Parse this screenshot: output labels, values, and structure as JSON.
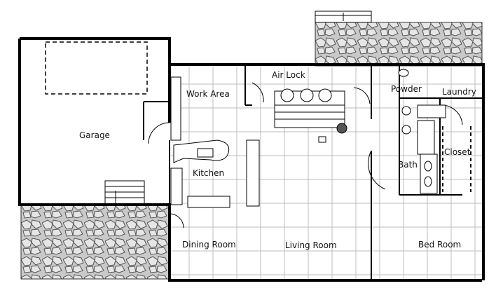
{
  "rooms": {
    "garage": "Garage",
    "work_area": "Work Area",
    "air_lock": "Air Lock",
    "powder": "Powder",
    "laundry": "Laundry",
    "kitchen": "Kitchen",
    "bath": "Bath",
    "closet": "Closet",
    "dining_room": "Dining Room",
    "living_room": "Living Room",
    "bed_room": "Bed Room"
  },
  "colors": {
    "wall": "#000000",
    "grid": "#bcbcbc",
    "stone_fill": "#c9c9c9",
    "stone_line": "#555555",
    "floor": "#ffffff"
  }
}
